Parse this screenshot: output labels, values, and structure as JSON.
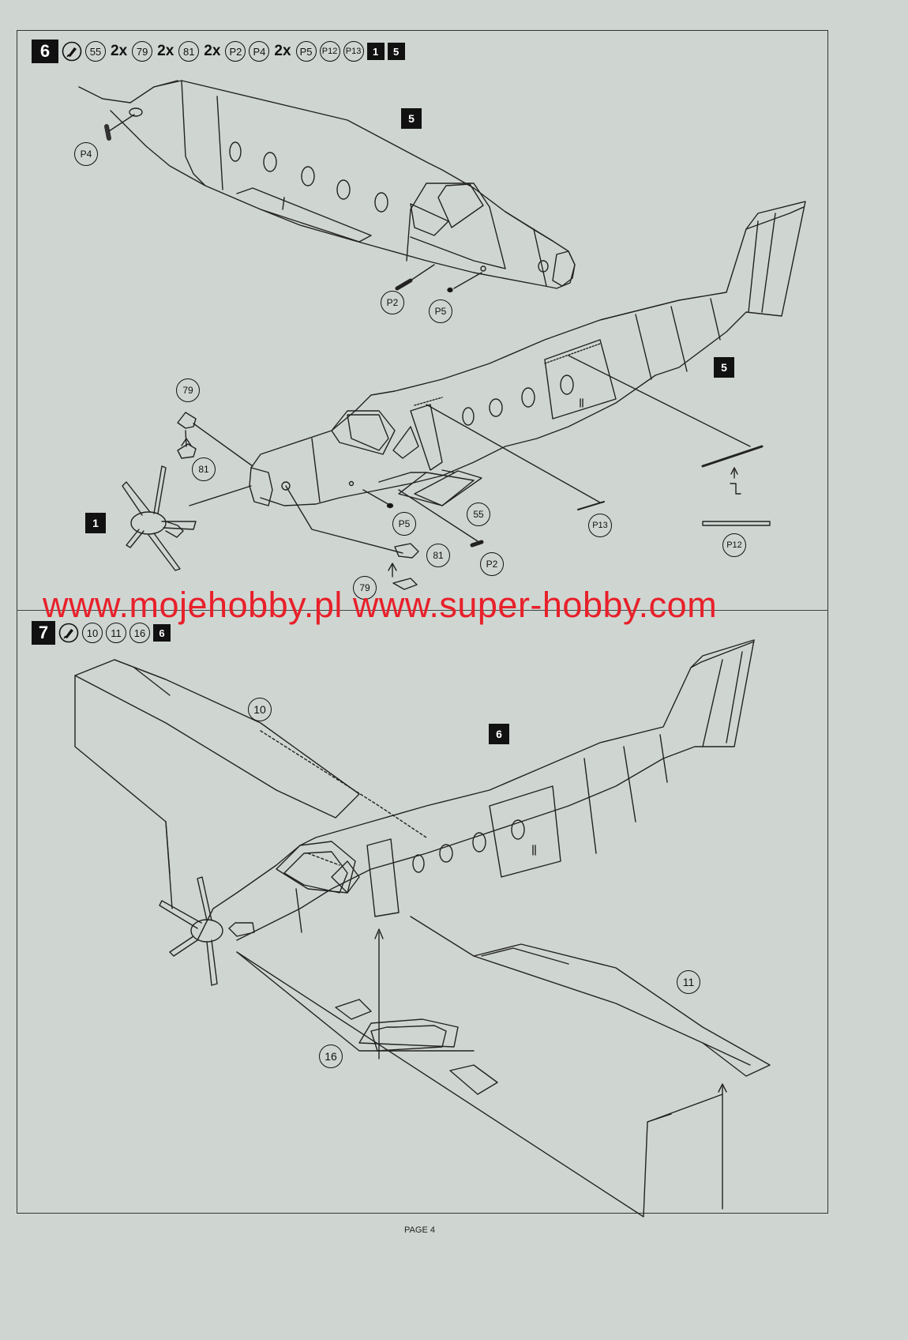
{
  "step6": {
    "number": "6",
    "parts": [
      {
        "id": "55"
      },
      {
        "mult": "2x"
      },
      {
        "id": "79"
      },
      {
        "mult": "2x"
      },
      {
        "id": "81"
      },
      {
        "mult": "2x"
      },
      {
        "id": "P2"
      },
      {
        "id": "P4"
      },
      {
        "mult": "2x"
      },
      {
        "id": "P5"
      },
      {
        "id": "P12"
      },
      {
        "id": "P13"
      }
    ],
    "refs": [
      "1",
      "5"
    ],
    "callouts": {
      "p4": "P4",
      "p2_top": "P2",
      "p5_top": "P5",
      "ref5_top": "5",
      "ref5_right": "5",
      "c79_top": "79",
      "c81_top": "81",
      "ref1": "1",
      "p5_mid": "P5",
      "c55": "55",
      "p13": "P13",
      "p12": "P12",
      "c81_low": "81",
      "p2_low": "P2",
      "c79_low": "79"
    }
  },
  "step7": {
    "number": "7",
    "parts": [
      "10",
      "11",
      "16"
    ],
    "ref": "6",
    "callouts": {
      "c10": "10",
      "ref6": "6",
      "c11": "11",
      "c16": "16"
    }
  },
  "watermark": "www.mojehobby.pl www.super-hobby.com",
  "footer": "PAGE 4"
}
